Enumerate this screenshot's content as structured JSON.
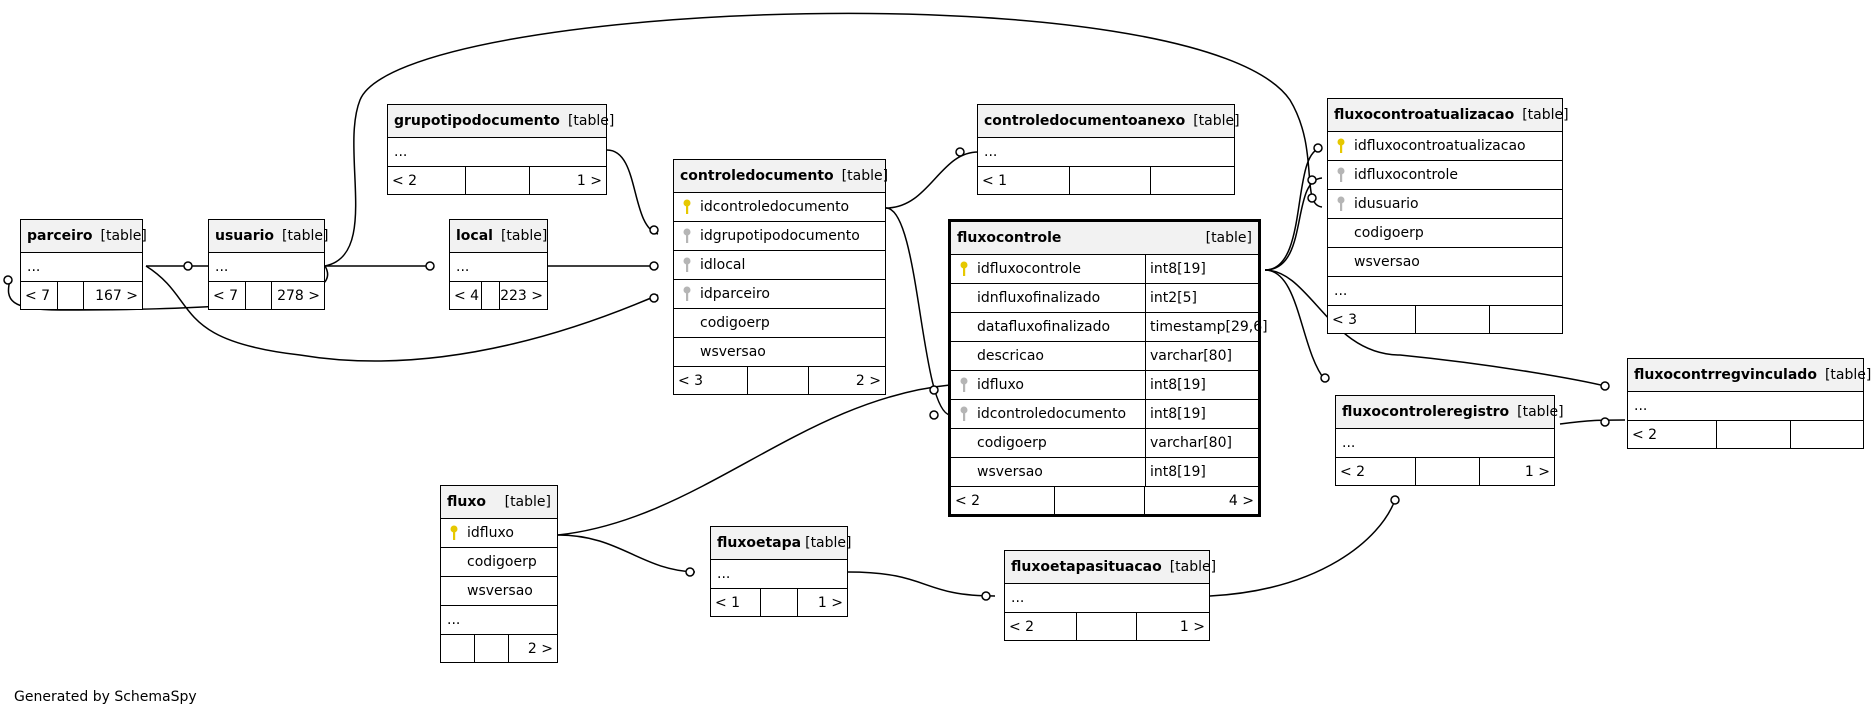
{
  "diagram": {
    "footer": "Generated by SchemaSpy",
    "tables": {
      "parceiro": {
        "name": "parceiro",
        "kind": "[table]",
        "cols": [
          {
            "name": "...",
            "key": "none"
          }
        ],
        "foot": [
          "< 7",
          "",
          "167 >"
        ]
      },
      "usuario": {
        "name": "usuario",
        "kind": "[table]",
        "cols": [
          {
            "name": "...",
            "key": "none"
          }
        ],
        "foot": [
          "< 7",
          "",
          "278 >"
        ]
      },
      "local": {
        "name": "local",
        "kind": "[table]",
        "cols": [
          {
            "name": "...",
            "key": "none"
          }
        ],
        "foot": [
          "< 4",
          "",
          "223 >"
        ]
      },
      "grupotipodocumento": {
        "name": "grupotipodocumento",
        "kind": "[table]",
        "cols": [
          {
            "name": "...",
            "key": "none"
          }
        ],
        "foot": [
          "< 2",
          "",
          "1 >"
        ]
      },
      "controledocumento": {
        "name": "controledocumento",
        "kind": "[table]",
        "cols": [
          {
            "name": "idcontroledocumento",
            "key": "pk"
          },
          {
            "name": "idgrupotipodocumento",
            "key": "fk"
          },
          {
            "name": "idlocal",
            "key": "fk"
          },
          {
            "name": "idparceiro",
            "key": "fk"
          },
          {
            "name": "codigoerp",
            "key": "none"
          },
          {
            "name": "wsversao",
            "key": "none"
          }
        ],
        "foot": [
          "< 3",
          "",
          "2 >"
        ]
      },
      "controledocumentoanexo": {
        "name": "controledocumentoanexo",
        "kind": "[table]",
        "cols": [
          {
            "name": "...",
            "key": "none"
          }
        ],
        "foot": [
          "< 1",
          "",
          ""
        ]
      },
      "fluxocontrole": {
        "name": "fluxocontrole",
        "kind": "[table]",
        "cols": [
          {
            "name": "idfluxocontrole",
            "type": "int8[19]",
            "key": "pk"
          },
          {
            "name": "idnfluxofinalizado",
            "type": "int2[5]",
            "key": "none"
          },
          {
            "name": "datafluxofinalizado",
            "type": "timestamp[29,6]",
            "key": "none"
          },
          {
            "name": "descricao",
            "type": "varchar[80]",
            "key": "none"
          },
          {
            "name": "idfluxo",
            "type": "int8[19]",
            "key": "fk"
          },
          {
            "name": "idcontroledocumento",
            "type": "int8[19]",
            "key": "fk"
          },
          {
            "name": "codigoerp",
            "type": "varchar[80]",
            "key": "none"
          },
          {
            "name": "wsversao",
            "type": "int8[19]",
            "key": "none"
          }
        ],
        "foot": [
          "< 2",
          "",
          "4 >"
        ]
      },
      "fluxocontroatualizacao": {
        "name": "fluxocontroatualizacao",
        "kind": "[table]",
        "cols": [
          {
            "name": "idfluxocontroatualizacao",
            "key": "pk"
          },
          {
            "name": "idfluxocontrole",
            "key": "fk"
          },
          {
            "name": "idusuario",
            "key": "fk"
          },
          {
            "name": "codigoerp",
            "key": "none"
          },
          {
            "name": "wsversao",
            "key": "none"
          },
          {
            "name": "...",
            "key": "none"
          }
        ],
        "foot": [
          "< 3",
          "",
          ""
        ]
      },
      "fluxocontrregvinculado": {
        "name": "fluxocontrregvinculado",
        "kind": "[table]",
        "cols": [
          {
            "name": "...",
            "key": "none"
          }
        ],
        "foot": [
          "< 2",
          "",
          ""
        ]
      },
      "fluxocontroleregistro": {
        "name": "fluxocontroleregistro",
        "kind": "[table]",
        "cols": [
          {
            "name": "...",
            "key": "none"
          }
        ],
        "foot": [
          "< 2",
          "",
          "1 >"
        ]
      },
      "fluxo": {
        "name": "fluxo",
        "kind": "[table]",
        "cols": [
          {
            "name": "idfluxo",
            "key": "pk"
          },
          {
            "name": "codigoerp",
            "key": "none"
          },
          {
            "name": "wsversao",
            "key": "none"
          },
          {
            "name": "...",
            "key": "none"
          }
        ],
        "foot": [
          "",
          "",
          "2 >"
        ]
      },
      "fluxoetapa": {
        "name": "fluxoetapa",
        "kind": "[table]",
        "cols": [
          {
            "name": "...",
            "key": "none"
          }
        ],
        "foot": [
          "< 1",
          "",
          "1 >"
        ]
      },
      "fluxoetapasituacao": {
        "name": "fluxoetapasituacao",
        "kind": "[table]",
        "cols": [
          {
            "name": "...",
            "key": "none"
          }
        ],
        "foot": [
          "< 2",
          "",
          "1 >"
        ]
      }
    }
  }
}
